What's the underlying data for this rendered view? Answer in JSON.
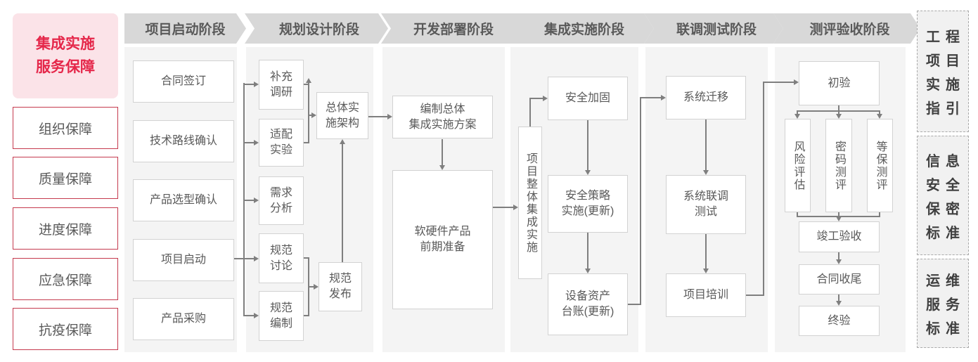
{
  "sidebar": {
    "title": "集成实施\n服务保障",
    "items": [
      "组织保障",
      "质量保障",
      "进度保障",
      "应急保障",
      "抗疫保障"
    ]
  },
  "phases": [
    {
      "header": "项目启动阶段",
      "boxes": [
        "合同签订",
        "技术路线确认",
        "产品选型确认",
        "项目启动",
        "产品采购"
      ]
    },
    {
      "header": "规划设计阶段",
      "boxes": [
        "补充\n调研",
        "适配\n实验",
        "需求\n分析",
        "规范\n讨论",
        "规范\n编制",
        "总体实\n施架构",
        "规范\n发布"
      ]
    },
    {
      "header": "开发部署阶段",
      "boxes": [
        "编制总体\n集成实施方案",
        "软硬件产品\n前期准备"
      ]
    },
    {
      "header": "集成实施阶段",
      "boxes": [
        "项目整体集成实施",
        "安全加固",
        "安全策略\n实施(更新)",
        "设备资产\n台账(更新)"
      ]
    },
    {
      "header": "联调测试阶段",
      "boxes": [
        "系统迁移",
        "系统联调\n测试",
        "项目培训"
      ]
    },
    {
      "header": "测评验收阶段",
      "boxes": [
        "初验",
        "风险评估",
        "密码测评",
        "等保测评",
        "竣工验收",
        "合同收尾",
        "终验"
      ]
    }
  ],
  "side_panels": [
    {
      "rows": [
        "工程",
        "项目",
        "实施",
        "指引"
      ]
    },
    {
      "rows": [
        "信息",
        "安全",
        "保密",
        "标准"
      ]
    },
    {
      "rows": [
        "运维",
        "服务",
        "标准"
      ]
    }
  ],
  "colors": {
    "accent_red": "#e5274a",
    "border_red": "#c53a4e",
    "pink_bg": "#fbe3e8",
    "gray_text": "#595959",
    "chevron_bg": "#d8d8d8",
    "column_bg": "#f4f4f4",
    "box_border": "#d2d2d2",
    "arrow": "#7f7f7f",
    "panel_text": "#404040"
  }
}
